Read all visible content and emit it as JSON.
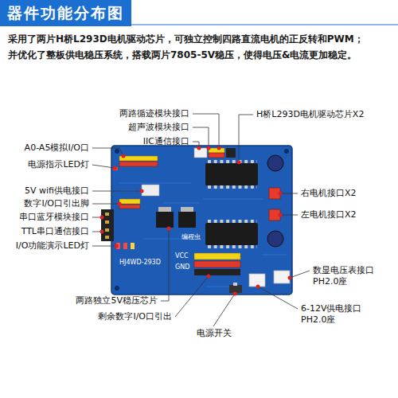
{
  "diagram": {
    "title": "器件功能分布图",
    "labels": [
      "采用了两片H桥L293D电机驱动芯片，可独立控制四路直流电机的正反转和PWM； 并优化了整板供电稳压系统，搭载两片7805-5V稳压，使得电压&电流更加稳定。",
      "两路循迹模块接口",
      "超声波模块接口",
      "IIC通信接口",
      "H桥L293D电机驱动芯片X2",
      "A0-A5模拟I/O口",
      "电源指示LED灯",
      "5V wifi供电接口",
      "数字I/O口引出脚",
      "右电机接口X2",
      "左电机接口X2",
      "串口蓝牙模块接口",
      "TTL串口通信接口",
      "I/O功能演示LED灯",
      "编程虫",
      "HJ4WD-293D",
      "VCC",
      "GND",
      "数显电压表接口 PH2.0座",
      "两路独立5V稳压芯片",
      "剩余数字I/O口引出",
      "6-12V供电接口 PH2.0座",
      "电源开关"
    ]
  }
}
